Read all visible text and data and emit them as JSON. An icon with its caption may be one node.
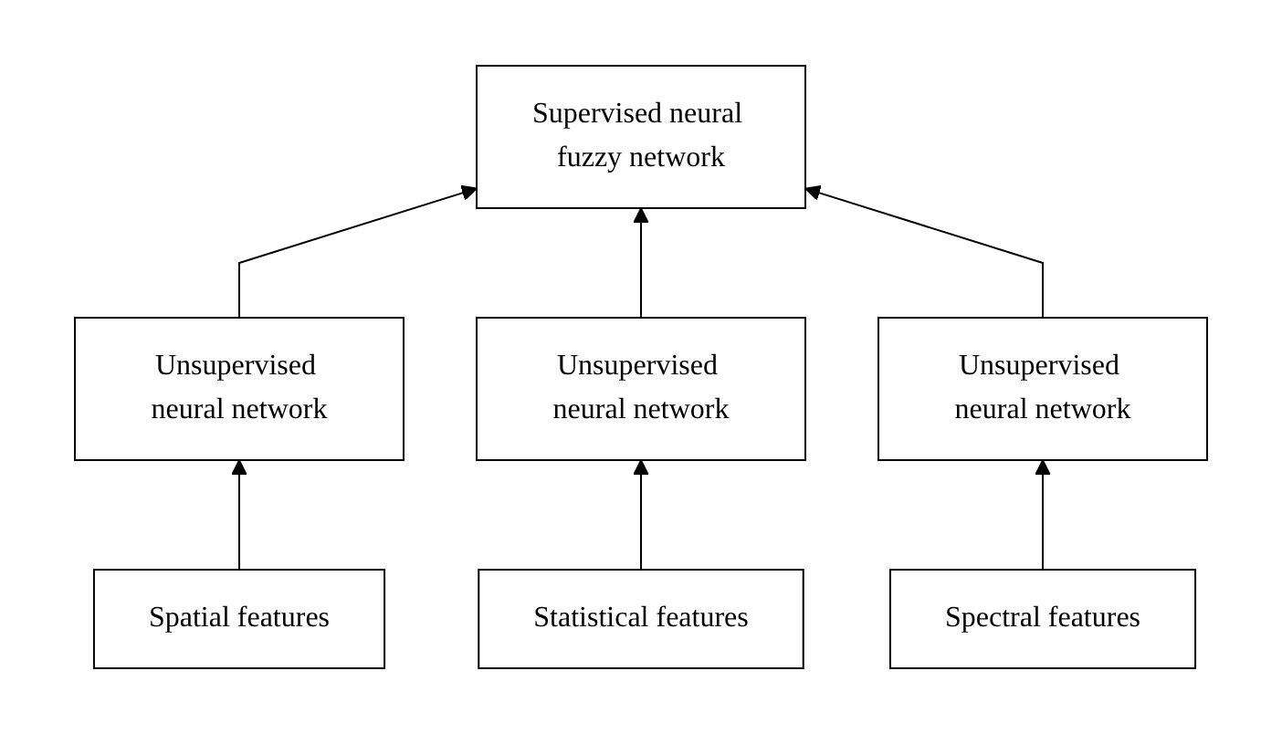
{
  "diagram": {
    "nodes": [
      {
        "text": [
          "Supervised neural fuzzy network"
        ]
      },
      {
        "text": [
          "Unsupervised neural network"
        ]
      },
      {
        "text": [
          "Unsupervised neural network"
        ]
      },
      {
        "text": [
          "Unsupervised neural network"
        ]
      },
      {
        "text": [
          "Spatial features"
        ]
      },
      {
        "text": [
          "Statistical features"
        ]
      },
      {
        "text": [
          "Spectral features"
        ]
      }
    ],
    "edges": [
      {
        "from": 1,
        "to": 0,
        "arrow": "to"
      },
      {
        "from": 2,
        "to": 0,
        "arrow": "to"
      },
      {
        "from": 3,
        "to": 0,
        "arrow": "to"
      },
      {
        "from": 4,
        "to": 1,
        "arrow": "to"
      },
      {
        "from": 5,
        "to": 2,
        "arrow": "to"
      },
      {
        "from": 6,
        "to": 3,
        "arrow": "to"
      }
    ]
  }
}
